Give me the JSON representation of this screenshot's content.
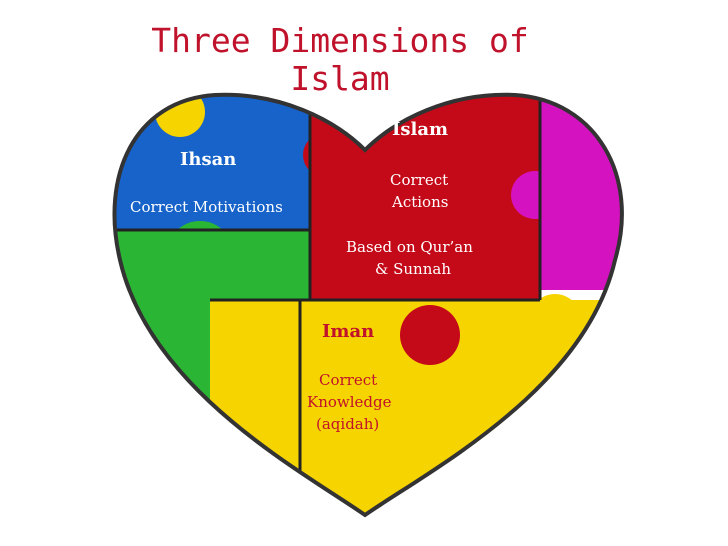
{
  "title": {
    "line1": "Three Dimensions of",
    "line2": "Islam"
  },
  "pieces": {
    "ihsan": {
      "heading": "Ihsan",
      "description": "Correct Motivations"
    },
    "islam": {
      "heading": "Islam",
      "description_line1": "Correct",
      "description_line2": "Actions",
      "basis_line1": "Based on Qur’an",
      "basis_line2": "& Sunnah"
    },
    "iman": {
      "heading": "Iman",
      "description_line1": "Correct",
      "description_line2": "Knowledge",
      "description_line3": "(aqidah)"
    }
  },
  "colors": {
    "title": "#c0122b",
    "blue": "#1763c9",
    "red": "#c40a18",
    "green": "#2bb534",
    "yellow": "#f6d400",
    "magenta": "#d512bf",
    "outline": "#333333",
    "light_text": "#ffffff",
    "dark_text": "#c0122b"
  }
}
